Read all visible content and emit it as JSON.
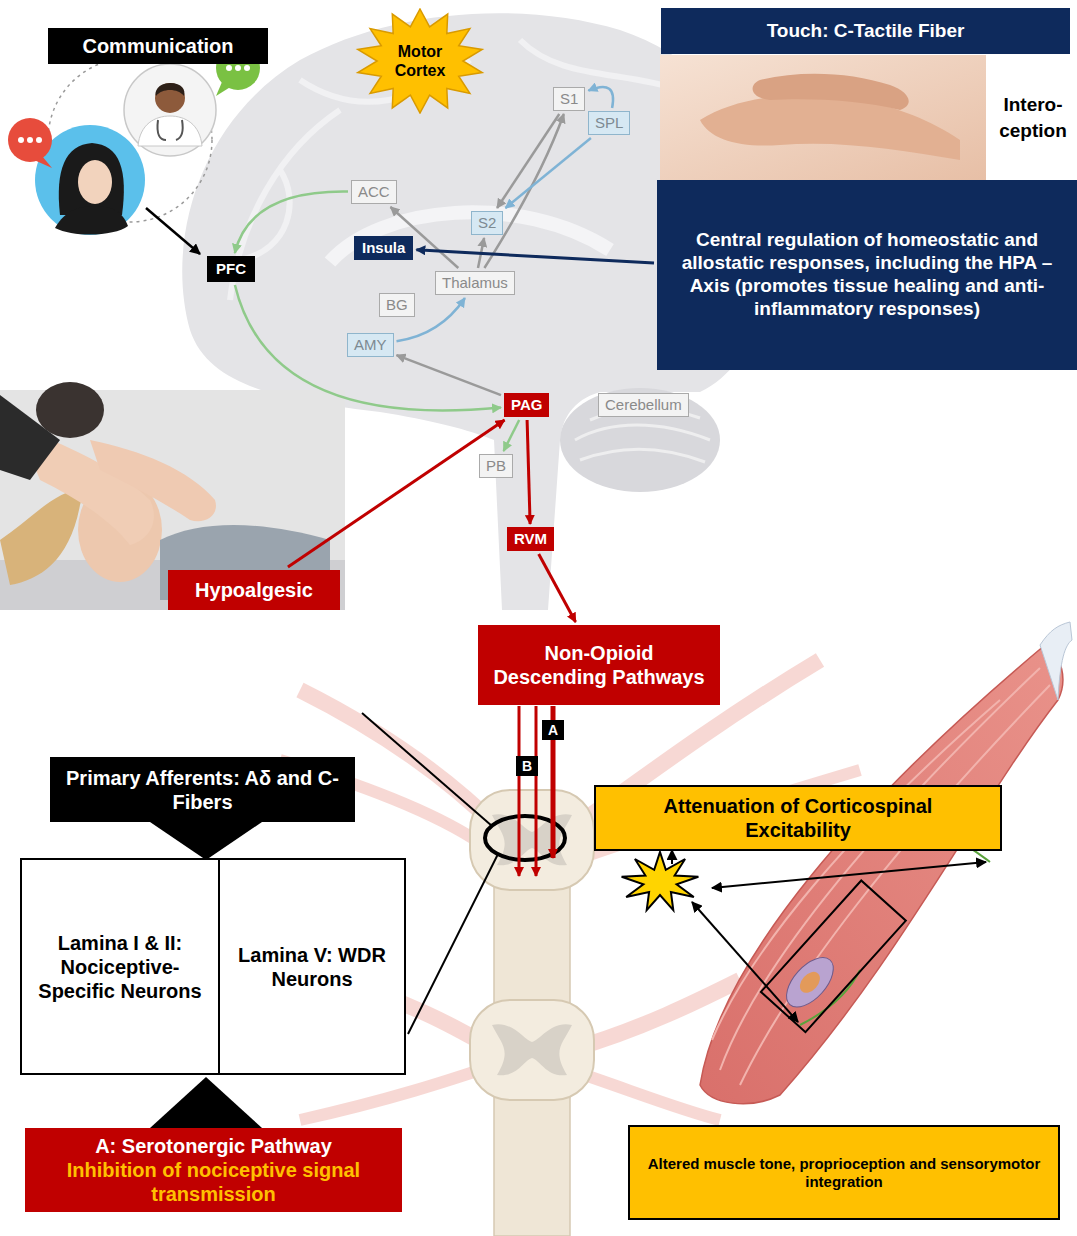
{
  "diagram": {
    "nodes": [
      {
        "text": [
          "Communication"
        ]
      },
      {
        "text": [
          "Motor Cortex"
        ]
      },
      {
        "text": [
          "Touch: C-Tactile Fiber"
        ]
      },
      {
        "text": [
          "S1"
        ]
      },
      {
        "text": [
          "SPL"
        ]
      },
      {
        "text": [
          "ACC"
        ]
      },
      {
        "text": [
          "S2"
        ]
      },
      {
        "text": [
          "Insula"
        ]
      },
      {
        "text": [
          "PFC"
        ]
      },
      {
        "text": [
          "Central regulation of homeostatic and allostatic responses, including the HPA – Axis (promotes tissue healing and anti-inflammatory responses)"
        ]
      },
      {
        "text": [
          "BG"
        ]
      },
      {
        "text": [
          "Thalamus"
        ]
      },
      {
        "text": [
          "AMY"
        ]
      },
      {
        "text": [
          "PAG"
        ]
      },
      {
        "text": [
          "Cerebellum"
        ]
      },
      {
        "text": [
          "PB"
        ]
      },
      {
        "text": [
          "RVM"
        ]
      },
      {
        "text": [
          "Hypoalgesic"
        ]
      },
      {
        "text": [
          "Non-Opioid Descending Pathways"
        ]
      },
      {
        "text": [
          "Primary Afferents: Aδ and C-Fibers"
        ]
      },
      {
        "text": [
          "Attenuation of Corticospinal Excitability"
        ]
      },
      {
        "text": [
          "Lamina I & II: Nociceptive-Specific Neurons"
        ]
      },
      {
        "text": [
          "Lamina V: WDR Neurons"
        ]
      },
      {
        "text": [
          "A: Serotonergic Pathway",
          "Inhibition of nociceptive signal transmission"
        ]
      },
      {
        "text": [
          "Altered muscle tone, proprioception and sensorymotor integration"
        ]
      }
    ],
    "edges": [
      {
        "from": 11,
        "to": 5,
        "arrow": "to"
      },
      {
        "from": 11,
        "to": 3,
        "arrow": "to"
      },
      {
        "from": 11,
        "to": 6,
        "arrow": "to"
      },
      {
        "from": 3,
        "to": 6,
        "arrow": "to"
      },
      {
        "from": 4,
        "to": 3,
        "arrow": "to"
      },
      {
        "from": 4,
        "to": 6,
        "arrow": "to"
      },
      {
        "from": 12,
        "to": 11,
        "arrow": "to"
      },
      {
        "from": 13,
        "to": 12,
        "arrow": "to"
      },
      {
        "from": 5,
        "to": 8,
        "arrow": "to"
      },
      {
        "from": 8,
        "to": 13,
        "arrow": "to"
      },
      {
        "from": 13,
        "to": 15,
        "arrow": "to"
      },
      {
        "from": 9,
        "to": 7,
        "arrow": "to"
      },
      {
        "from": 17,
        "to": 13,
        "arrow": "to"
      },
      {
        "from": 13,
        "to": 16,
        "arrow": "to"
      },
      {
        "from": 16,
        "to": 18,
        "arrow": "to"
      }
    ],
    "labels": [
      "Intero- ception",
      "A",
      "B"
    ]
  }
}
